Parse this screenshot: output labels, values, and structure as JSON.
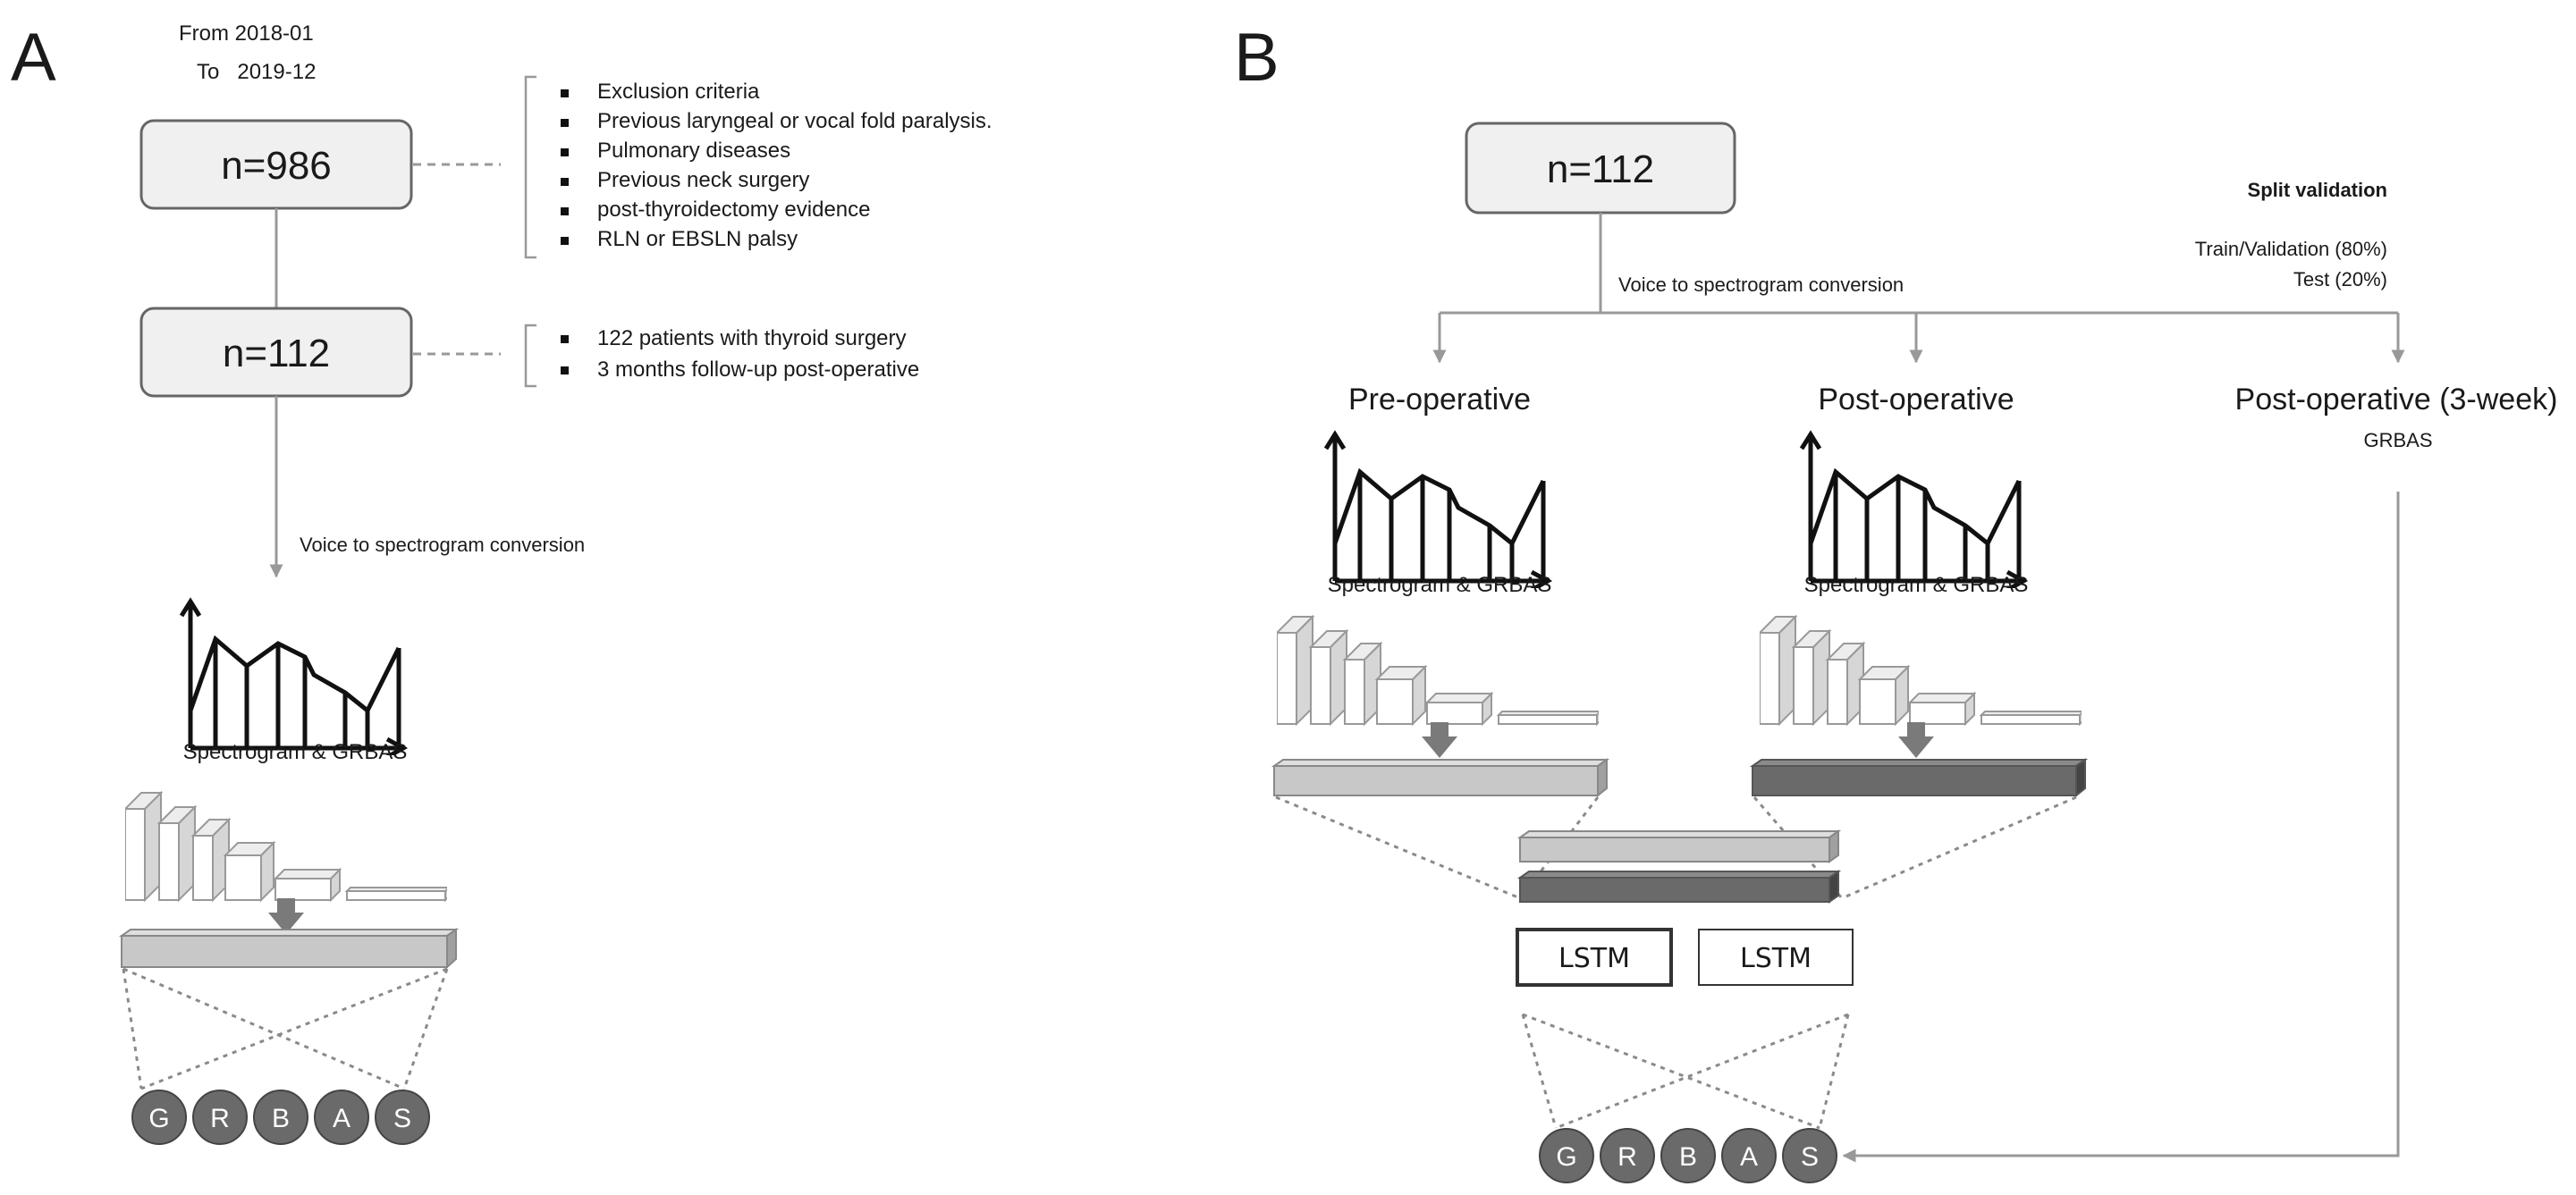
{
  "panel_a": {
    "letter": "A",
    "date_from": "From 2018-01",
    "date_to": "To   2019-12",
    "box_top": "n=986",
    "box_mid": "n=112",
    "exclusion": [
      "Exclusion criteria",
      "Previous laryngeal or vocal fold paralysis.",
      "Pulmonary diseases",
      "Previous neck surgery",
      "post-thyroidectomy evidence",
      "RLN or EBSLN palsy"
    ],
    "inclusion": [
      "122 patients with thyroid surgery",
      "3 months follow-up post-operative"
    ],
    "conversion": "Voice to spectrogram conversion",
    "spectrogram": "Spectrogram & GRBAS",
    "grbas": [
      "G",
      "R",
      "B",
      "A",
      "S"
    ]
  },
  "panel_b": {
    "letter": "B",
    "box_top": "n=112",
    "conversion": "Voice to spectrogram conversion",
    "split_title": "Split validation",
    "split_train": "Train/Validation (80%)",
    "split_test": "Test (20%)",
    "pre": "Pre-operative",
    "post": "Post-operative",
    "post3": "Post-operative (3-week)",
    "grbas_label": "GRBAS",
    "spectrogram": "Spectrogram & GRBAS",
    "lstm": [
      "LSTM",
      "LSTM"
    ],
    "grbas": [
      "G",
      "R",
      "B",
      "A",
      "S"
    ]
  },
  "colors": {
    "line_gray": "#999999",
    "feature_light": "#c8c8c8",
    "feature_dark": "#6a6a6a",
    "circle_fill": "#6a6a6a"
  }
}
